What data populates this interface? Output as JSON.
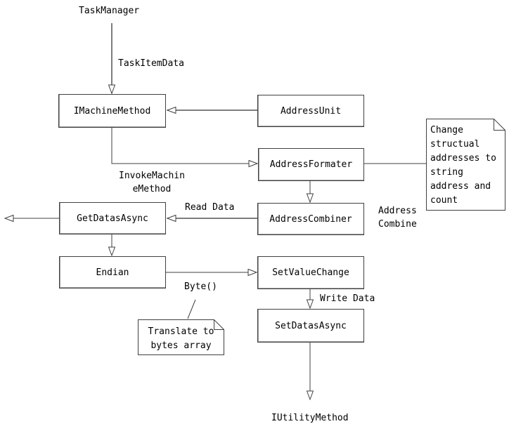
{
  "diagram_type": "flowchart",
  "colors": {
    "background": "#ffffff",
    "line_dark": "#404040",
    "line_gray": "#7d7d7d",
    "shape_fill": "#ffffff",
    "text": "#000000"
  },
  "nodes": [
    {
      "id": "imachine-method",
      "label": "IMachineMethod"
    },
    {
      "id": "address-unit",
      "label": "AddressUnit"
    },
    {
      "id": "address-formater",
      "label": "AddressFormater"
    },
    {
      "id": "address-combiner",
      "label": "AddressCombiner"
    },
    {
      "id": "get-datas-async",
      "label": "GetDatasAsync"
    },
    {
      "id": "endian",
      "label": "Endian"
    },
    {
      "id": "set-value-change",
      "label": "SetValueChange"
    },
    {
      "id": "set-datas-async",
      "label": "SetDatasAsync"
    }
  ],
  "notes": [
    {
      "id": "change-structual",
      "text": "Change structual addresses to string address and count"
    },
    {
      "id": "translate-bytes",
      "text": "Translate to bytes array"
    }
  ],
  "labels": [
    {
      "id": "task-manager",
      "text": "TaskManager"
    },
    {
      "id": "task-item-data",
      "text": "TaskItemData"
    },
    {
      "id": "invoke-machine-method",
      "text": "InvokeMachin\neMethod"
    },
    {
      "id": "read-data",
      "text": "Read Data"
    },
    {
      "id": "address-combine",
      "text": "Address\nCombine"
    },
    {
      "id": "byte",
      "text": "Byte()"
    },
    {
      "id": "write-data",
      "text": "Write Data"
    },
    {
      "id": "iutility-method",
      "text": "IUtilityMethod"
    }
  ],
  "connections": [
    {
      "from": "TaskManager",
      "to": "IMachineMethod",
      "label": "TaskItemData"
    },
    {
      "from": "AddressUnit",
      "to": "IMachineMethod",
      "label": ""
    },
    {
      "from": "IMachineMethod",
      "to": "AddressFormater",
      "label": "InvokeMachineMethod"
    },
    {
      "from": "AddressFormater",
      "to": "note:Change structual addresses to string address and count",
      "label": ""
    },
    {
      "from": "AddressFormater",
      "to": "AddressCombiner",
      "label": "Address Combine"
    },
    {
      "from": "AddressCombiner",
      "to": "GetDatasAsync",
      "label": "Read Data"
    },
    {
      "from": "GetDatasAsync",
      "to": "off-diagram-left",
      "label": ""
    },
    {
      "from": "GetDatasAsync",
      "to": "Endian",
      "label": ""
    },
    {
      "from": "Endian",
      "to": "SetValueChange",
      "label": "Byte()"
    },
    {
      "from": "Byte()",
      "to": "note:Translate to bytes array",
      "label": ""
    },
    {
      "from": "SetValueChange",
      "to": "SetDatasAsync",
      "label": "Write Data"
    },
    {
      "from": "SetDatasAsync",
      "to": "IUtilityMethod",
      "label": ""
    }
  ]
}
